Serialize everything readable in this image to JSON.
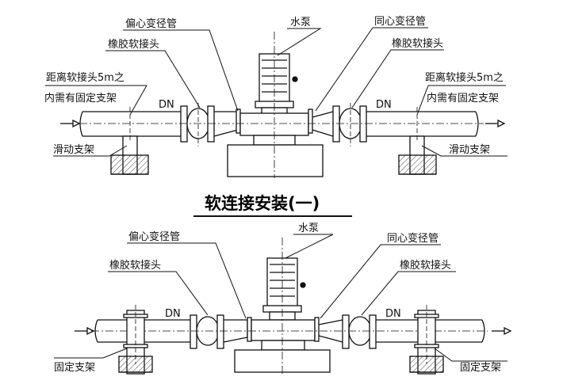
{
  "diagram1": {
    "pump": "水泵",
    "eccentric_reducer": "偏心变径管",
    "concentric_reducer": "同心变径管",
    "rubber_joint_left": "橡胶软接头",
    "rubber_joint_right": "橡胶软接头",
    "fixed_note_left_line1": "距离软接头5m之",
    "fixed_note_left_line2": "内需有固定支架",
    "fixed_note_right_line1": "距离软接头5m之",
    "fixed_note_right_line2": "内需有固定支架",
    "dn_left": "DN",
    "dn_right": "DN",
    "sliding_support_left": "滑动支架",
    "sliding_support_right": "滑动支架"
  },
  "title": "软连接安装(一)",
  "diagram2": {
    "pump": "水泵",
    "eccentric_reducer": "偏心变径管",
    "concentric_reducer": "同心变径管",
    "rubber_joint_left": "橡胶软接头",
    "rubber_joint_right": "橡胶软接头",
    "dn_left": "DN",
    "dn_right": "DN",
    "fixed_support_left": "固定支架",
    "fixed_support_right": "固定支架"
  }
}
